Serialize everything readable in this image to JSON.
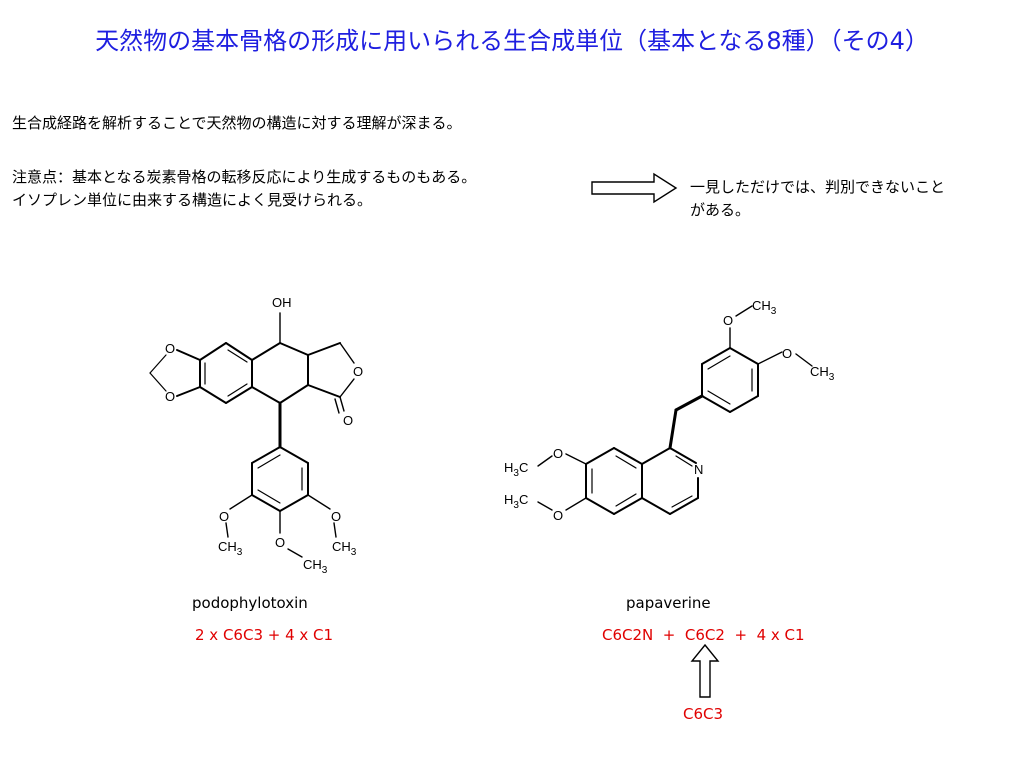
{
  "title": "天然物の基本骨格の形成に用いられる生合成単位（基本となる8種）（その4）",
  "line1": "生合成経路を解析することで天然物の構造に対する理解が深まる。",
  "note": {
    "line1": "注意点：基本となる炭素骨格の転移反応により生成するものもある。",
    "line2": "イソプレン単位に由来する構造によく見受けられる。"
  },
  "conclusion": {
    "line1": "一見しただけでは、判別できないこと",
    "line2": "がある。"
  },
  "podophyllotoxin": {
    "name": "podophylotoxin",
    "formula": "2 x C6C3 + 4 x C1",
    "labels": {
      "oh": "OH",
      "o": "O",
      "ch": "CH",
      "sub3": "3"
    }
  },
  "papaverine": {
    "name": "papaverine",
    "formula": "C6C2N  +  C6C2  +  4 x C1",
    "unit_below": "C6C3",
    "labels": {
      "o": "O",
      "n": "N",
      "ch": "CH",
      "hc": "H",
      "c": "C",
      "sub3": "3"
    }
  },
  "colors": {
    "title": "#1f1fe0",
    "formula": "#e00000",
    "text": "#000000"
  }
}
